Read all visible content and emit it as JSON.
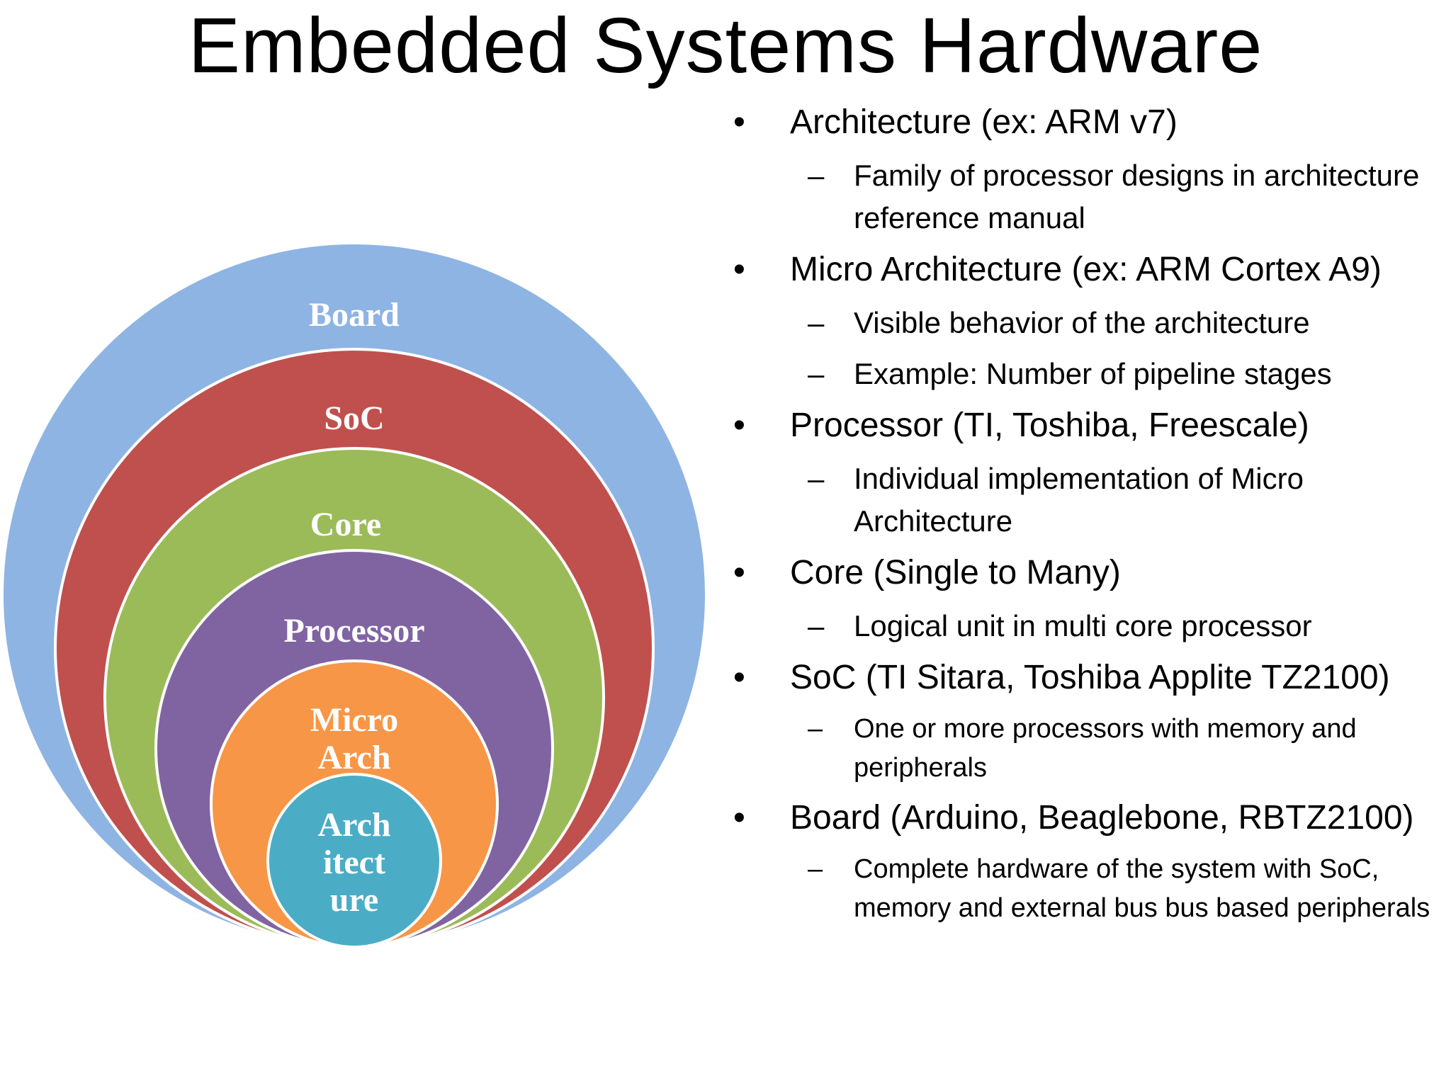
{
  "title": "Embedded Systems Hardware",
  "diagram": {
    "rings": [
      {
        "label": "Board",
        "color": "#8EB4E3"
      },
      {
        "label": "SoC",
        "color": "#C0504D"
      },
      {
        "label": "Core",
        "color": "#9BBB59"
      },
      {
        "label": "Processor",
        "color": "#8064A2"
      },
      {
        "label_lines": [
          "Micro",
          "Arch"
        ],
        "color": "#F79646"
      },
      {
        "label_lines": [
          "Arch",
          "itect",
          "ure"
        ],
        "color": "#4BACC6"
      }
    ]
  },
  "bullet_symbol": "•",
  "sub_symbol": "–",
  "bullets": [
    {
      "text": "Architecture (ex: ARM v7)",
      "subs": [
        "Family of processor designs in architecture reference manual"
      ]
    },
    {
      "text": "Micro Architecture (ex: ARM Cortex A9)",
      "subs": [
        "Visible behavior of the architecture",
        "Example: Number of pipeline stages"
      ]
    },
    {
      "text": "Processor (TI, Toshiba, Freescale)",
      "subs": [
        "Individual implementation of Micro Architecture"
      ]
    },
    {
      "text": "Core (Single to Many)",
      "subs": [
        "Logical unit in multi core processor"
      ]
    },
    {
      "text": "SoC (TI Sitara, Toshiba Applite TZ2100)",
      "subs": [
        "One or more processors with memory and peripherals"
      ]
    },
    {
      "text": "Board (Arduino, Beaglebone, RBTZ2100)",
      "subs": [
        "Complete hardware of the system with SoC, memory and external bus bus based peripherals"
      ]
    }
  ]
}
